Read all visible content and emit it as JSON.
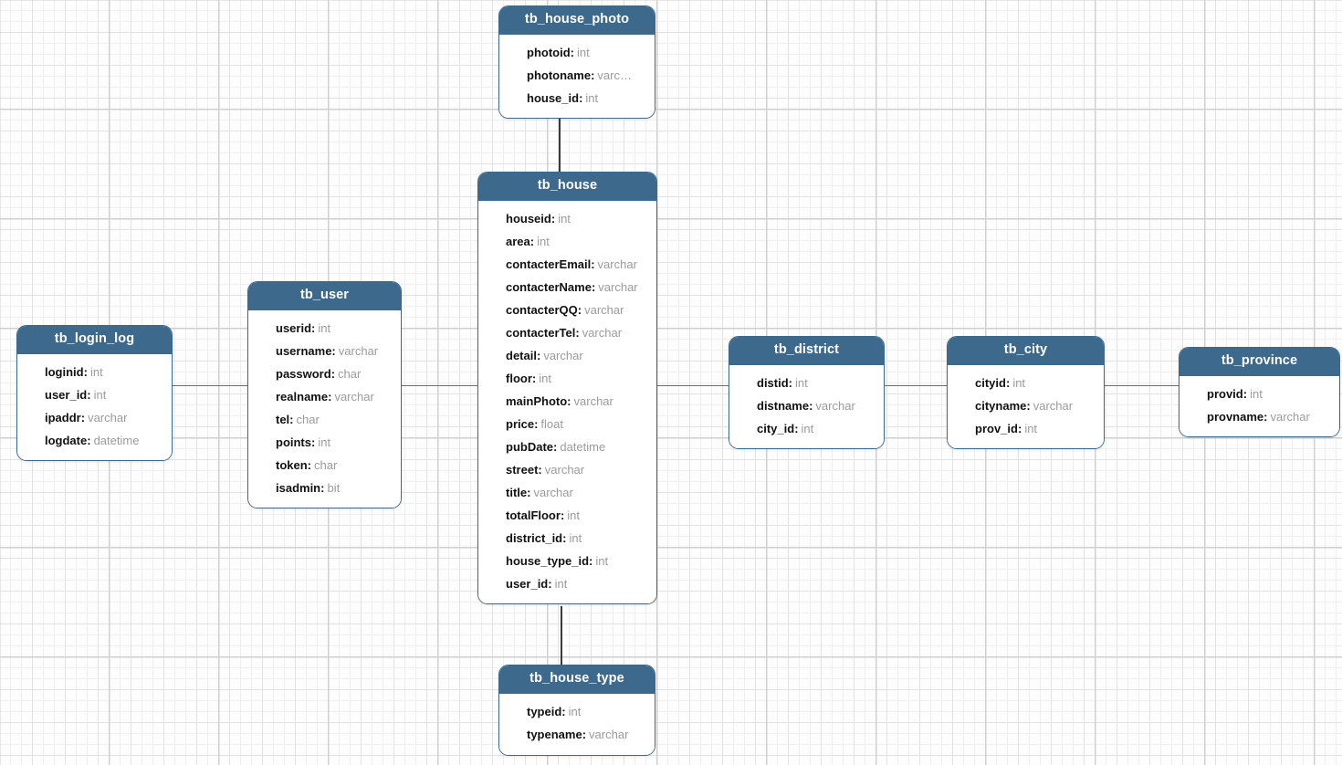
{
  "diagram": {
    "type": "entity-relationship-diagram",
    "background": "graph-paper-grid",
    "accent_color": "#3d6a8c",
    "field_type_color": "#9b9b9b",
    "connector_color": "#6e6e6e"
  },
  "entities": [
    {
      "id": "tb_house_photo",
      "name": "tb_house_photo",
      "fields": [
        {
          "name": "photoid",
          "sep": ":",
          "type": "int"
        },
        {
          "name": "photoname",
          "sep": ":",
          "type": "varc…"
        },
        {
          "name": "house_id",
          "sep": ":",
          "type": "int"
        }
      ]
    },
    {
      "id": "tb_house",
      "name": "tb_house",
      "fields": [
        {
          "name": "houseid",
          "sep": ":",
          "type": "int"
        },
        {
          "name": "area",
          "sep": ":",
          "type": "int"
        },
        {
          "name": "contacterEmail",
          "sep": ":",
          "type": "varchar"
        },
        {
          "name": "contacterName",
          "sep": ":",
          "type": "varchar"
        },
        {
          "name": "contacterQQ",
          "sep": ":",
          "type": "varchar"
        },
        {
          "name": "contacterTel",
          "sep": ":",
          "type": "varchar"
        },
        {
          "name": "detail",
          "sep": ":",
          "type": "varchar"
        },
        {
          "name": "floor",
          "sep": ":",
          "type": "int"
        },
        {
          "name": "mainPhoto",
          "sep": ":",
          "type": "varchar"
        },
        {
          "name": "price",
          "sep": ":",
          "type": "float"
        },
        {
          "name": "pubDate",
          "sep": ":",
          "type": "datetime"
        },
        {
          "name": "street",
          "sep": ":",
          "type": "varchar"
        },
        {
          "name": "title",
          "sep": ":",
          "type": "varchar"
        },
        {
          "name": "totalFloor",
          "sep": ":",
          "type": "int"
        },
        {
          "name": "district_id",
          "sep": ":",
          "type": "int"
        },
        {
          "name": "house_type_id",
          "sep": ":",
          "type": "int"
        },
        {
          "name": "user_id",
          "sep": ":",
          "type": "int"
        }
      ]
    },
    {
      "id": "tb_user",
      "name": "tb_user",
      "fields": [
        {
          "name": "userid",
          "sep": ":",
          "type": "int"
        },
        {
          "name": "username",
          "sep": ":",
          "type": "varchar"
        },
        {
          "name": "password",
          "sep": ":",
          "type": "char"
        },
        {
          "name": "realname",
          "sep": ":",
          "type": "varchar"
        },
        {
          "name": "tel",
          "sep": ":",
          "type": "char"
        },
        {
          "name": "points",
          "sep": ":",
          "type": "int"
        },
        {
          "name": "token",
          "sep": ":",
          "type": "char"
        },
        {
          "name": "isadmin",
          "sep": ":",
          "type": "bit"
        }
      ]
    },
    {
      "id": "tb_login_log",
      "name": "tb_login_log",
      "fields": [
        {
          "name": "loginid",
          "sep": ":",
          "type": "int"
        },
        {
          "name": "user_id",
          "sep": ":",
          "type": "int"
        },
        {
          "name": "ipaddr",
          "sep": ":",
          "type": "varchar"
        },
        {
          "name": "logdate",
          "sep": ":",
          "type": "datetime"
        }
      ]
    },
    {
      "id": "tb_district",
      "name": "tb_district",
      "fields": [
        {
          "name": "distid",
          "sep": ":",
          "type": "int"
        },
        {
          "name": "distname",
          "sep": ":",
          "type": "varchar"
        },
        {
          "name": "city_id",
          "sep": ":",
          "type": "int"
        }
      ]
    },
    {
      "id": "tb_city",
      "name": "tb_city",
      "fields": [
        {
          "name": "cityid",
          "sep": ":",
          "type": "int"
        },
        {
          "name": "cityname",
          "sep": ":",
          "type": "varchar"
        },
        {
          "name": "prov_id",
          "sep": ":",
          "type": "int"
        }
      ]
    },
    {
      "id": "tb_province",
      "name": "tb_province",
      "fields": [
        {
          "name": "provid",
          "sep": ":",
          "type": "int"
        },
        {
          "name": "provname",
          "sep": ":",
          "type": "varchar"
        }
      ]
    },
    {
      "id": "tb_house_type",
      "name": "tb_house_type",
      "fields": [
        {
          "name": "typeid",
          "sep": ":",
          "type": "int"
        },
        {
          "name": "typename",
          "sep": ":",
          "type": "varchar"
        }
      ]
    }
  ],
  "relationships": [
    {
      "from": "tb_house_photo",
      "to": "tb_house",
      "orientation": "vertical"
    },
    {
      "from": "tb_house",
      "to": "tb_house_type",
      "orientation": "vertical"
    },
    {
      "from": "tb_login_log",
      "to": "tb_user",
      "orientation": "horizontal"
    },
    {
      "from": "tb_user",
      "to": "tb_house",
      "orientation": "horizontal"
    },
    {
      "from": "tb_house",
      "to": "tb_district",
      "orientation": "horizontal"
    },
    {
      "from": "tb_district",
      "to": "tb_city",
      "orientation": "horizontal"
    },
    {
      "from": "tb_city",
      "to": "tb_province",
      "orientation": "horizontal"
    }
  ]
}
